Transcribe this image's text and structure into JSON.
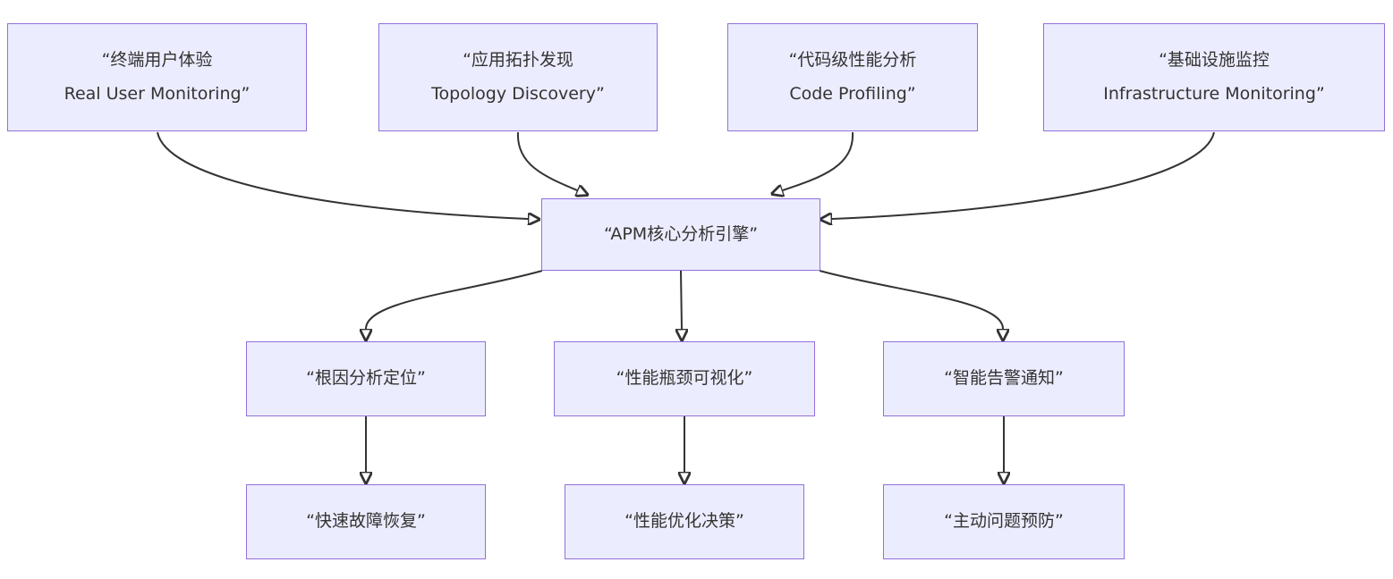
{
  "diagram": {
    "type": "flowchart",
    "direction": "top-down",
    "colors": {
      "background": "#FFFFFF",
      "node_fill": "#ECECFF",
      "node_border": "#9370DB",
      "text": "#333333",
      "edge": "#333333"
    },
    "nodes": {
      "rum": {
        "line1": "“终端用户体验",
        "line2": "Real User Monitoring”"
      },
      "topology": {
        "line1": "“应用拓扑发现",
        "line2": "Topology Discovery”"
      },
      "profiling": {
        "line1": "“代码级性能分析",
        "line2": "Code Profiling”"
      },
      "infra": {
        "line1": "“基础设施监控",
        "line2": "Infrastructure Monitoring”"
      },
      "engine": {
        "label": "“APM核心分析引擎”"
      },
      "root_cause": {
        "label": "“根因分析定位”"
      },
      "bottleneck": {
        "label": "“性能瓶颈可视化”"
      },
      "alerting": {
        "label": "“智能告警通知”"
      },
      "recovery": {
        "label": "“快速故障恢复”"
      },
      "optimization": {
        "label": "“性能优化决策”"
      },
      "prevention": {
        "label": "“主动问题预防”"
      }
    },
    "edges": [
      {
        "from": "rum",
        "to": "engine"
      },
      {
        "from": "topology",
        "to": "engine"
      },
      {
        "from": "profiling",
        "to": "engine"
      },
      {
        "from": "infra",
        "to": "engine"
      },
      {
        "from": "engine",
        "to": "root_cause"
      },
      {
        "from": "engine",
        "to": "bottleneck"
      },
      {
        "from": "engine",
        "to": "alerting"
      },
      {
        "from": "root_cause",
        "to": "recovery"
      },
      {
        "from": "bottleneck",
        "to": "optimization"
      },
      {
        "from": "alerting",
        "to": "prevention"
      }
    ]
  }
}
